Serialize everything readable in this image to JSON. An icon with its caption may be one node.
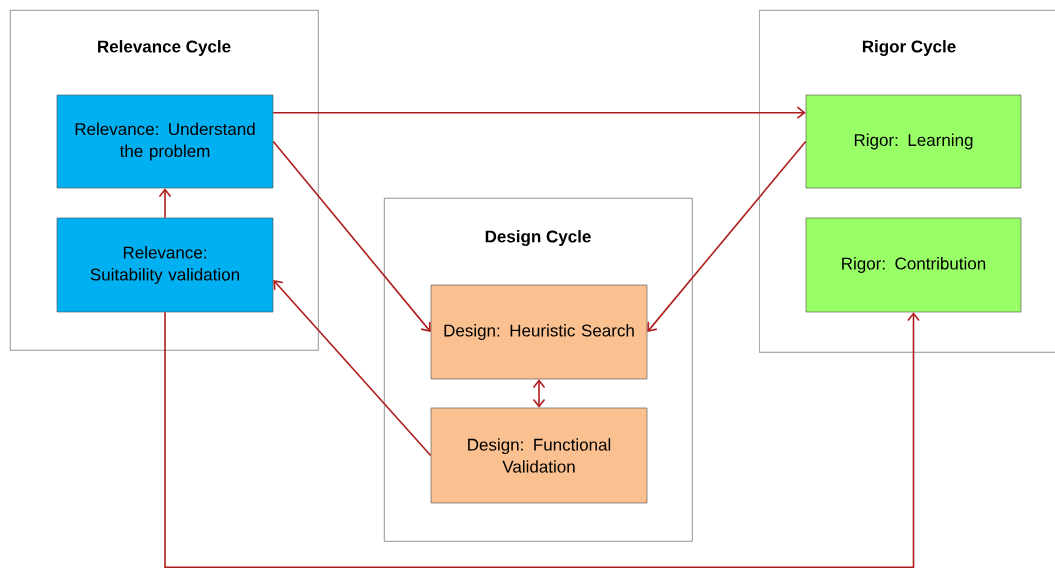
{
  "diagram": {
    "nodes": [
      {
        "text": [
          "Relevance Cycle"
        ]
      },
      {
        "text": [
          "Relevance: Understand the problem"
        ],
        "in": 0
      },
      {
        "text": [
          "Relevance: Suitability validation"
        ],
        "in": 0
      },
      {
        "text": [
          "Design Cycle"
        ]
      },
      {
        "text": [
          "Design: Heuristic Search"
        ],
        "in": 3
      },
      {
        "text": [
          "Design: Functional Validation"
        ],
        "in": 3
      },
      {
        "text": [
          "Rigor Cycle"
        ]
      },
      {
        "text": [
          "Rigor: Learning"
        ],
        "in": 6
      },
      {
        "text": [
          "Rigor: Contribution"
        ],
        "in": 6
      }
    ],
    "edges": [
      {
        "from": 1,
        "to": 7,
        "arrow": "to"
      },
      {
        "from": 1,
        "to": 4,
        "arrow": "to"
      },
      {
        "from": 7,
        "to": 4,
        "arrow": "to"
      },
      {
        "from": 4,
        "to": 5,
        "arrow": "both"
      },
      {
        "from": 5,
        "to": 2,
        "arrow": "to"
      },
      {
        "from": 2,
        "to": 1,
        "arrow": "to"
      },
      {
        "from": 2,
        "to": 8,
        "arrow": "to"
      }
    ]
  }
}
